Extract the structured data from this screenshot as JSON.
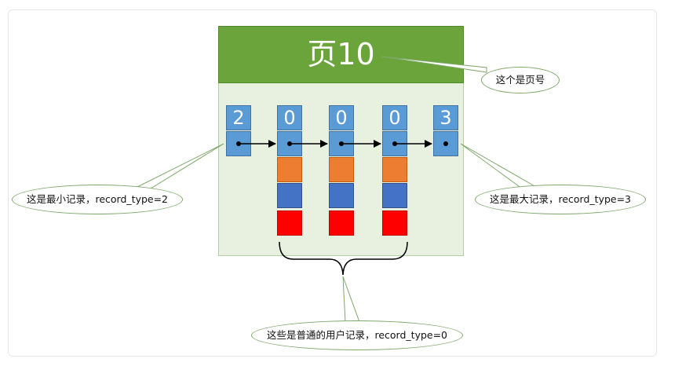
{
  "page": {
    "title": "页10"
  },
  "records": {
    "min": {
      "value": "2"
    },
    "user": [
      {
        "value": "0"
      },
      {
        "value": "0"
      },
      {
        "value": "0"
      }
    ],
    "max": {
      "value": "3"
    }
  },
  "callouts": {
    "page_number": "这个是页号",
    "min_record": "这是最小记录，record_type=2",
    "max_record": "这是最大记录，record_type=3",
    "user_records": "这些是普通的用户记录，record_type=0"
  },
  "colors": {
    "header_green": "#6ba43a",
    "page_bg": "#e8f1df",
    "record_blue": "#5b9bd5",
    "orange": "#ed7d31",
    "dark_blue": "#4472c4",
    "red": "#ff0000"
  }
}
